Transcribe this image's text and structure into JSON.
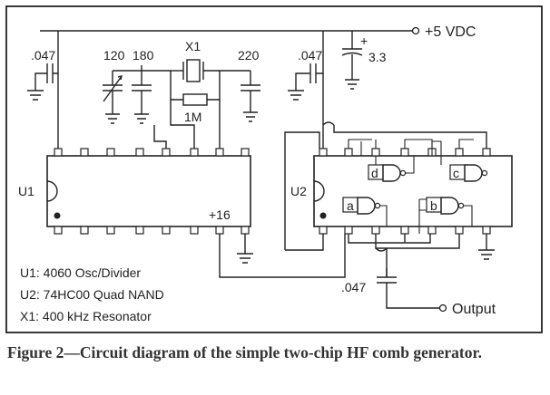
{
  "labels": {
    "vdc": "+5 VDC",
    "c1": ".047",
    "c_120": "120",
    "c_180": "180",
    "x1": "X1",
    "c_220": "220",
    "c2": ".047",
    "c_33": "3.3",
    "plus": "+",
    "r_1m": "1M",
    "u1": "U1",
    "u2": "U2",
    "pin16": "+16",
    "c_out": ".047",
    "output": "Output",
    "gate_a": "a",
    "gate_b": "b",
    "gate_c": "c",
    "gate_d": "d"
  },
  "legend": [
    "U1:  4060 Osc/Divider",
    "U2:  74HC00 Quad NAND",
    "X1:  400 kHz Resonator"
  ],
  "caption": "Figure 2—Circuit diagram of the simple two-chip HF comb generator."
}
